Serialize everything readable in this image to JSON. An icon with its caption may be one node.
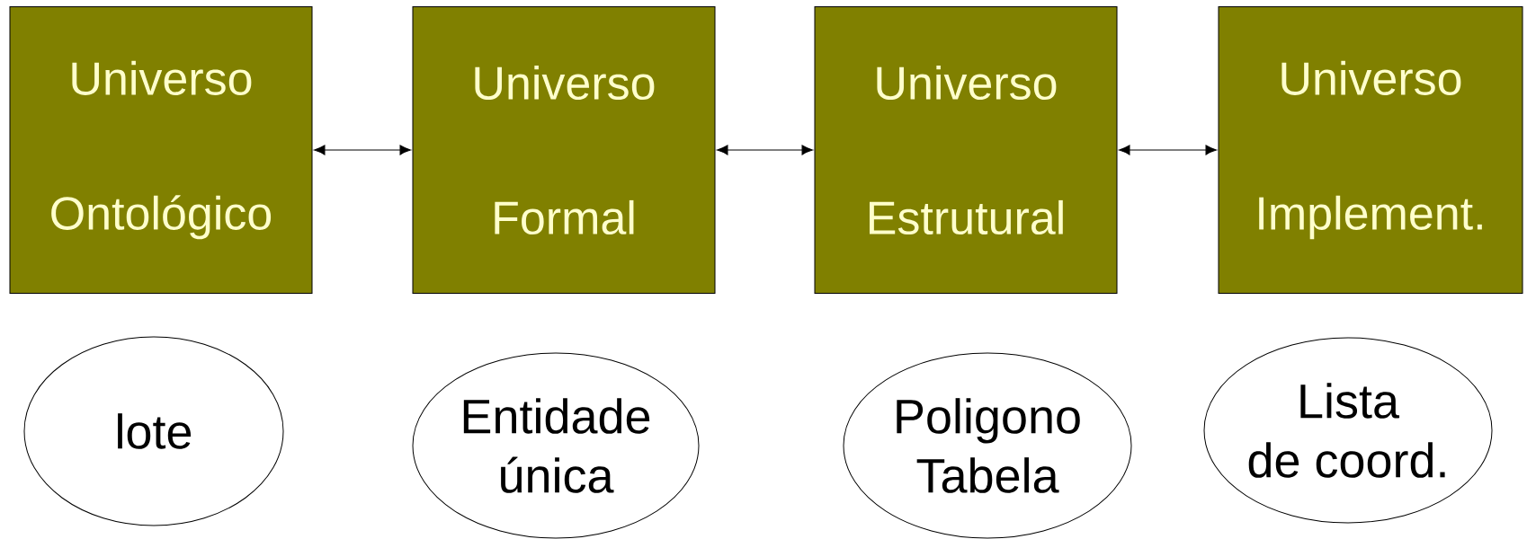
{
  "diagram": {
    "nodes": [
      {
        "text": [
          "Universo",
          "Ontológico"
        ]
      },
      {
        "text": [
          "Universo",
          "Formal"
        ]
      },
      {
        "text": [
          "Universo",
          "Estrutural"
        ]
      },
      {
        "text": [
          "Universo",
          "Implement."
        ]
      },
      {
        "text": [
          "lote"
        ]
      },
      {
        "text": [
          "Entidade",
          "única"
        ]
      },
      {
        "text": [
          "Poligono",
          "Tabela"
        ]
      },
      {
        "text": [
          "Lista",
          "de coord."
        ]
      }
    ],
    "edges": [
      {
        "from": 0,
        "to": 1,
        "arrow": "both"
      },
      {
        "from": 1,
        "to": 2,
        "arrow": "both"
      },
      {
        "from": 2,
        "to": 3,
        "arrow": "both"
      }
    ]
  }
}
